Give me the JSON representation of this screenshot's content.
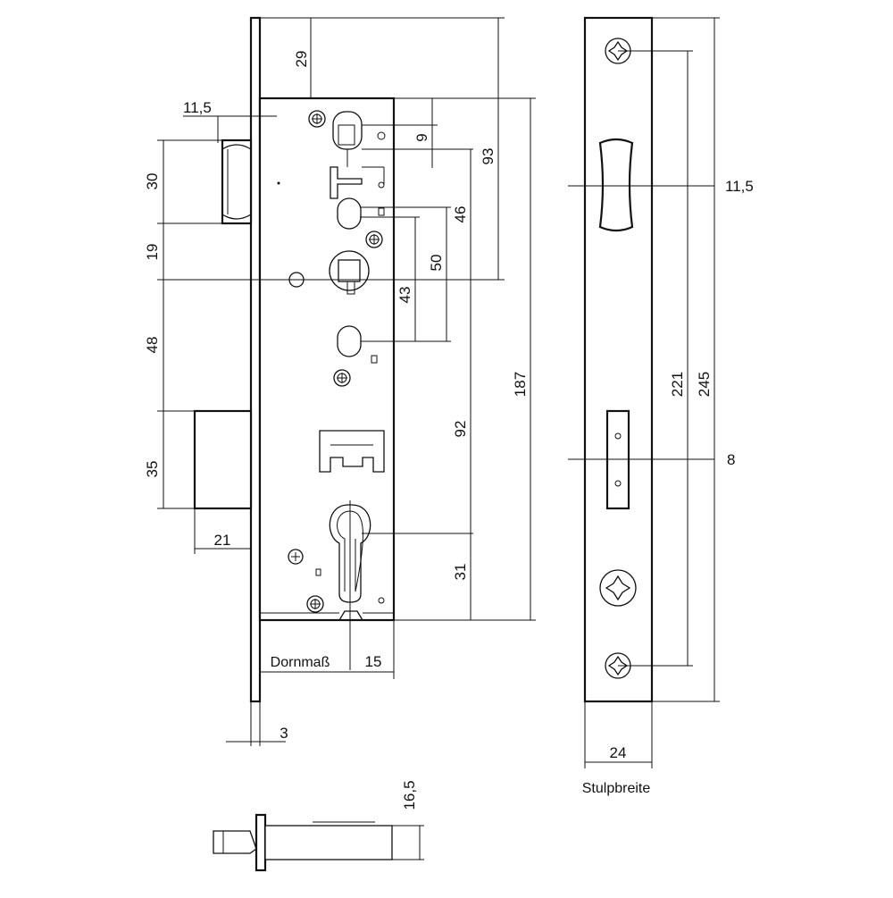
{
  "dimensions": {
    "backset_label": "Dornmaß",
    "faceplate_width_label": "Stulpbreite",
    "faceplate_thickness": "3",
    "latch_offset": "11,5",
    "latch_height": "30",
    "latch_to_follower": "19",
    "follower_to_bolt": "48",
    "bolt_height": "35",
    "bolt_throw": "21",
    "top_to_case": "29",
    "top_to_follower": "93",
    "hole_offset_9": "9",
    "follower_to_hole_46": "46",
    "hole_span_50": "50",
    "follower_to_hole_43": "43",
    "case_height": "187",
    "follower_to_cylinder": "92",
    "cylinder_to_bottom": "31",
    "cylinder_to_case_edge": "15",
    "faceplate_width": "24",
    "faceplate_length": "245",
    "screw_spacing": "221",
    "latch_slot": "11,5",
    "bolt_slot": "8",
    "case_depth": "16,5"
  }
}
